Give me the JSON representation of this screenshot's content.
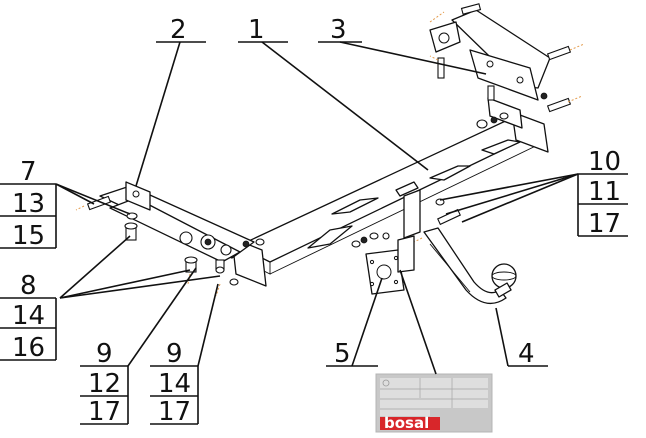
{
  "labels": {
    "l1": "1",
    "l2": "2",
    "l3": "3",
    "l4": "4",
    "l5": "5",
    "l7": "7",
    "l13": "13",
    "l15": "15",
    "l8": "8",
    "l14a": "14",
    "l16": "16",
    "l9a": "9",
    "l12": "12",
    "l17a": "17",
    "l9b": "9",
    "l14b": "14",
    "l17b": "17",
    "l10": "10",
    "l11": "11",
    "l17c": "17"
  },
  "plate": {
    "brand": "bosal"
  },
  "colors": {
    "line": "#111111",
    "accent": "#e39a4a",
    "brand_red": "#d8262a",
    "plate_gray": "#c8c8c8"
  }
}
